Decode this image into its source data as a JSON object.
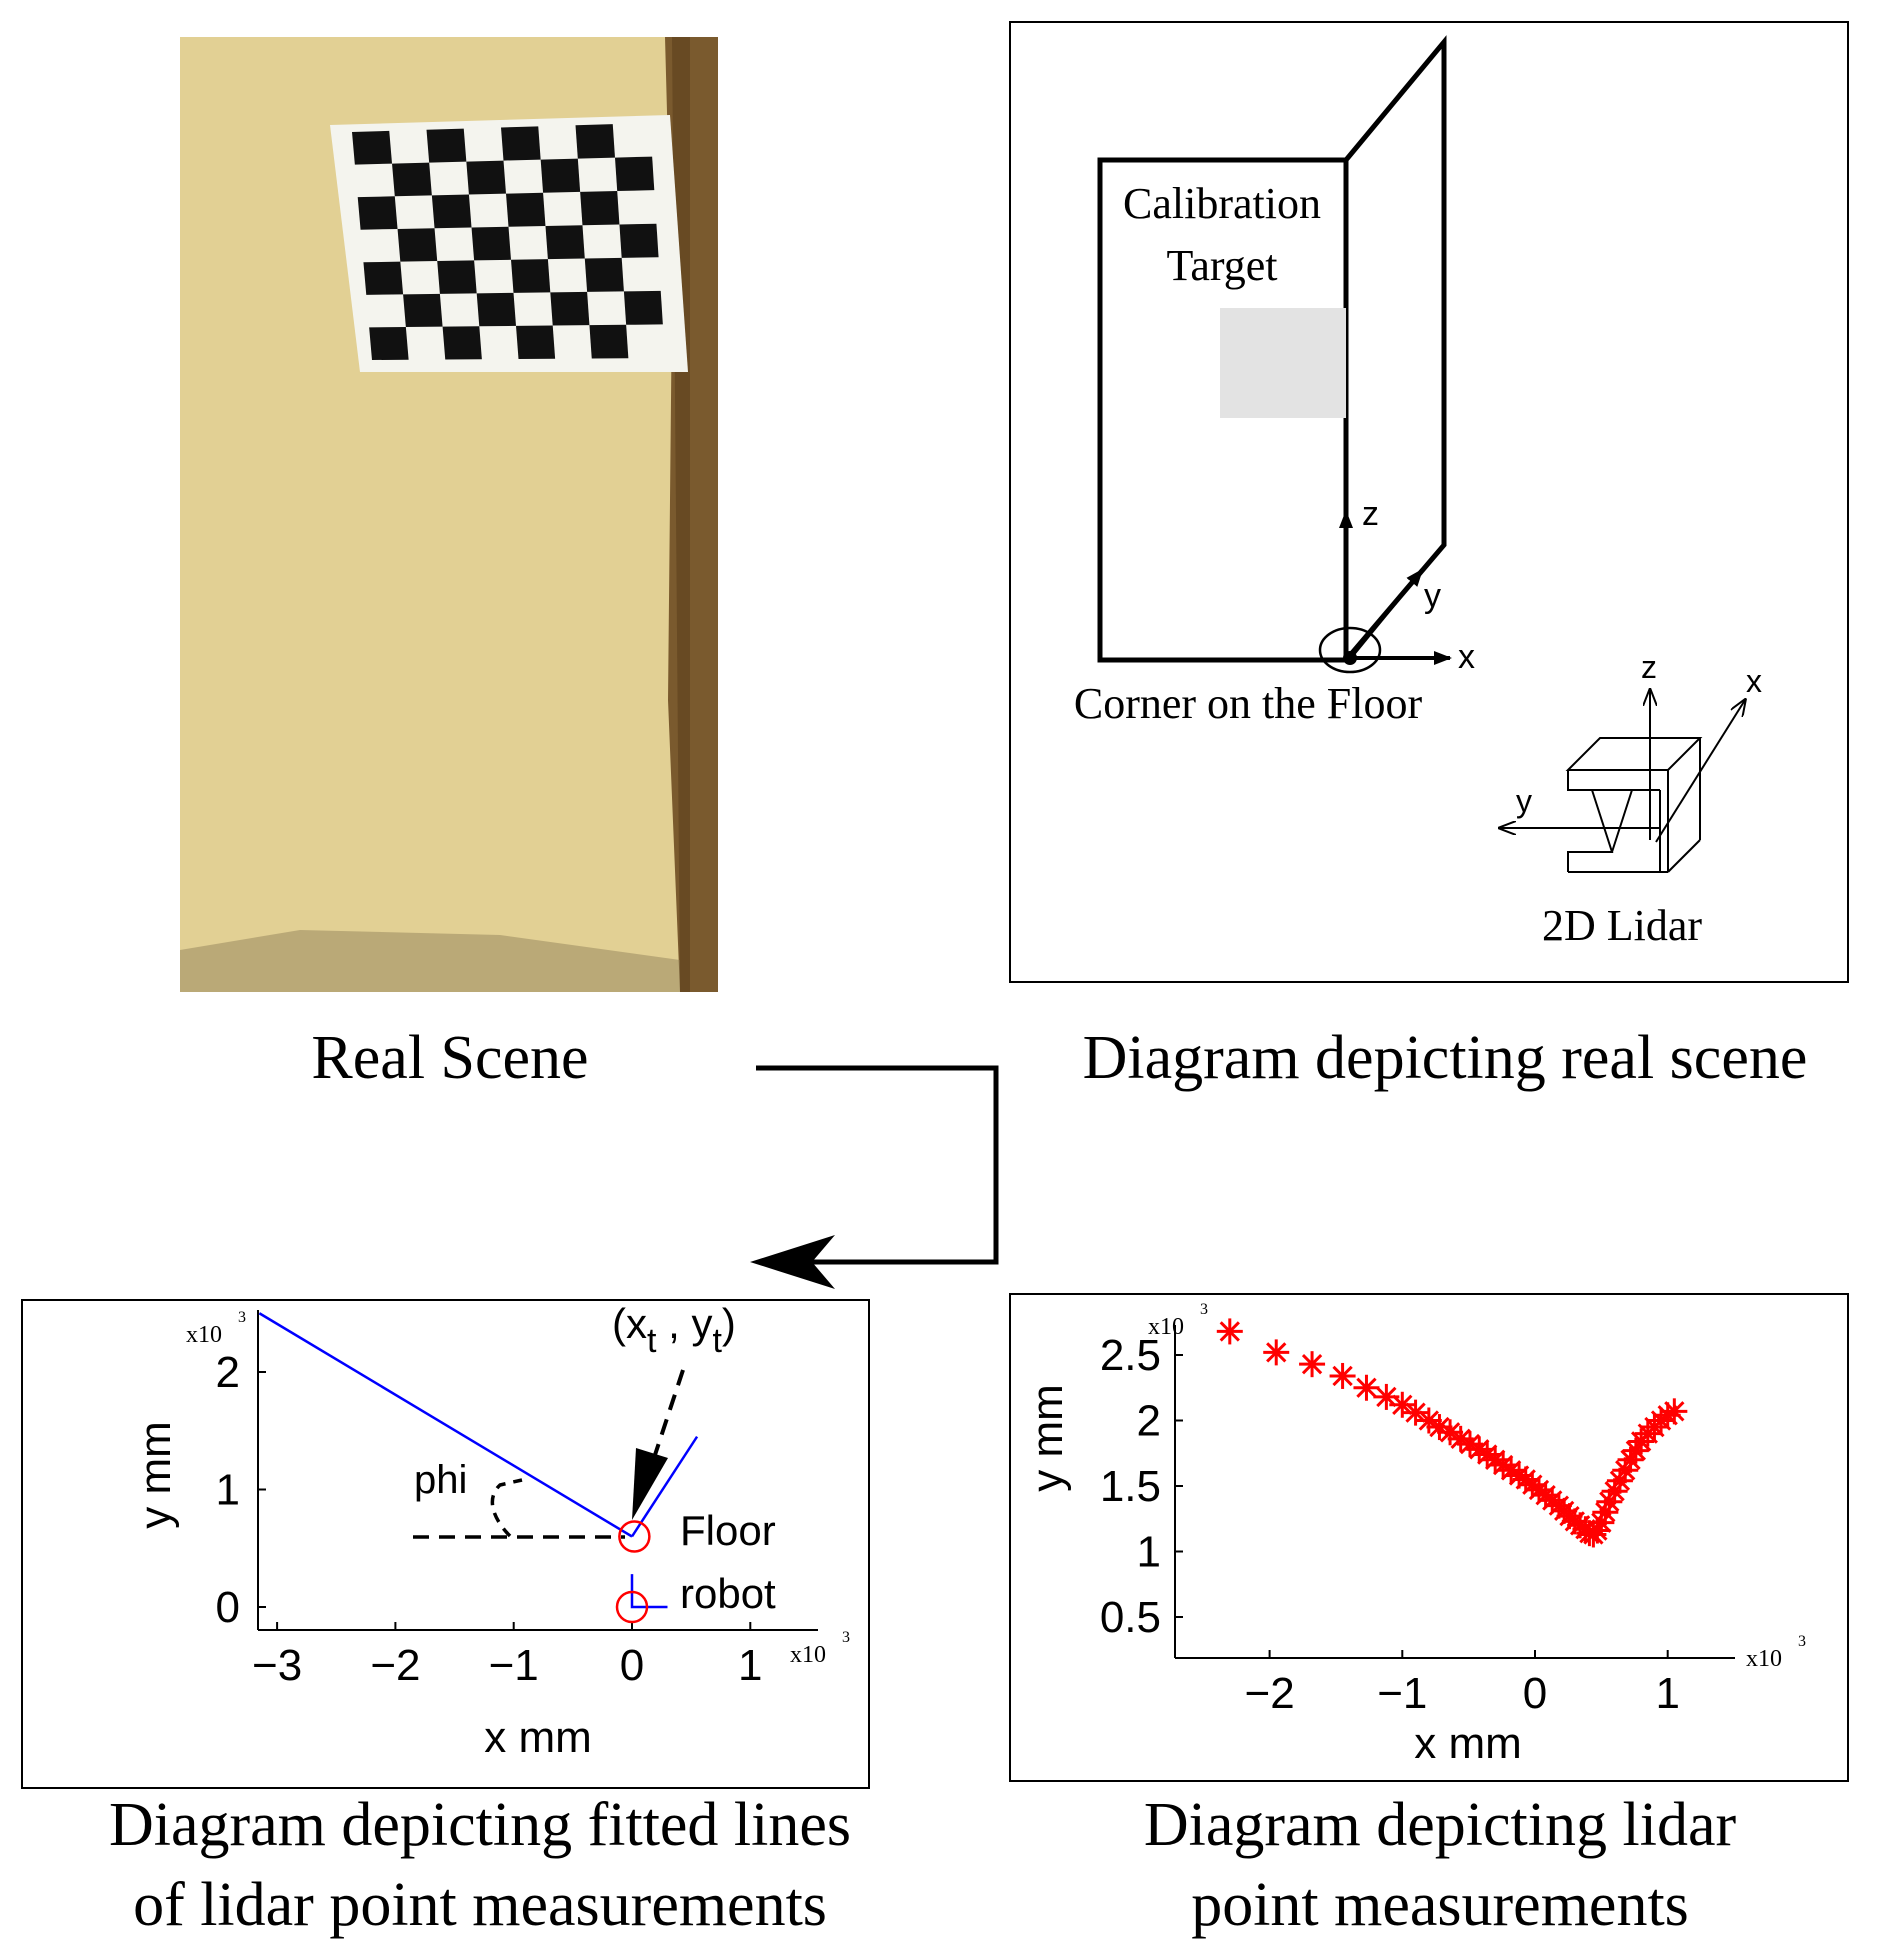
{
  "panels": {
    "real_scene": {
      "caption": "Real Scene"
    },
    "scene_diagram": {
      "caption": "Diagram depicting real scene",
      "target_label_line1": "Calibration",
      "target_label_line2": "Target",
      "corner_label": "Corner on the Floor",
      "lidar_label": "2D Lidar",
      "axis_x": "x",
      "axis_y": "y",
      "axis_z": "z"
    },
    "fitted_lines": {
      "caption_line1": "Diagram depicting fitted lines",
      "caption_line2": "of lidar point measurements",
      "point_label": "(x",
      "point_sub_x": "t",
      "point_sep": " , y",
      "point_sub_y": "t",
      "point_close": ")",
      "angle_label": "phi",
      "floor_label": "Floor",
      "robot_label": "robot",
      "line_color": "#0000ff",
      "marker_color": "#ff0000"
    },
    "lidar_points": {
      "caption_line1": "Diagram depicting lidar",
      "caption_line2": "point measurements",
      "marker_color": "#ff0000"
    }
  },
  "chart_data": [
    {
      "type": "line",
      "xlabel": "x mm",
      "ylabel": "y mm",
      "x_scale_label": "x10",
      "y_scale_label": "x10",
      "scale_exponent": "3",
      "xlim": [
        -3.2,
        1.5
      ],
      "ylim": [
        -0.15,
        2.55
      ],
      "xticks": [
        "−3",
        "−2",
        "−1",
        "0",
        "1"
      ],
      "xtick_values": [
        -3,
        -2,
        -1,
        0,
        1
      ],
      "yticks": [
        "0",
        "1",
        "2"
      ],
      "ytick_values": [
        0,
        1,
        2
      ],
      "series": [
        {
          "x": [
            -3.15,
            0.0
          ],
          "y": [
            2.5,
            0.6
          ]
        },
        {
          "x": [
            0.0,
            0.55
          ],
          "y": [
            0.6,
            1.45
          ]
        },
        {
          "x": [
            0.0,
            0.0,
            0.3
          ],
          "y": [
            0.28,
            0.0,
            0.0
          ]
        }
      ],
      "markers": [
        {
          "x": 0.02,
          "y": 0.6
        },
        {
          "x": 0.0,
          "y": 0.0
        }
      ]
    },
    {
      "type": "scatter",
      "xlabel": "x mm",
      "ylabel": "y mm",
      "x_scale_label": "x10",
      "y_scale_label": "x10",
      "scale_exponent": "3",
      "xlim": [
        -2.75,
        1.5
      ],
      "ylim": [
        0.25,
        2.85
      ],
      "xticks": [
        "−2",
        "−1",
        "0",
        "1"
      ],
      "xtick_values": [
        -2,
        -1,
        0,
        1
      ],
      "yticks": [
        "2.5",
        "2",
        "1.5",
        "1",
        "0.5"
      ],
      "ytick_values": [
        2.5,
        2,
        1.5,
        1,
        0.5
      ],
      "points": {
        "x": [
          -2.3,
          -1.95,
          -1.68,
          -1.45,
          -1.27,
          -1.12,
          -1.0,
          -0.9,
          -0.8,
          -0.72,
          -0.64,
          -0.56,
          -0.49,
          -0.42,
          -0.36,
          -0.3,
          -0.24,
          -0.18,
          -0.12,
          -0.07,
          -0.02,
          0.03,
          0.08,
          0.13,
          0.18,
          0.22,
          0.26,
          0.3,
          0.34,
          0.38,
          0.41,
          0.44,
          0.47,
          0.5,
          0.53,
          0.56,
          0.6,
          0.64,
          0.68,
          0.72,
          0.76,
          0.8,
          0.85,
          0.9,
          0.95,
          1.0,
          1.05
        ],
        "y": [
          2.68,
          2.52,
          2.43,
          2.34,
          2.25,
          2.18,
          2.12,
          2.06,
          2.0,
          1.95,
          1.91,
          1.86,
          1.82,
          1.78,
          1.74,
          1.7,
          1.66,
          1.62,
          1.58,
          1.55,
          1.51,
          1.47,
          1.43,
          1.39,
          1.35,
          1.31,
          1.27,
          1.23,
          1.2,
          1.17,
          1.14,
          1.13,
          1.16,
          1.22,
          1.3,
          1.38,
          1.46,
          1.54,
          1.62,
          1.7,
          1.77,
          1.84,
          1.9,
          1.95,
          2.0,
          2.04,
          2.07
        ]
      }
    }
  ]
}
